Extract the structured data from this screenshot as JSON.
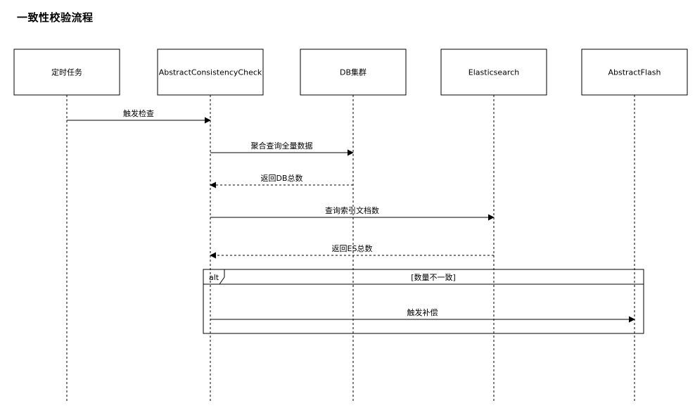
{
  "title": "一致性校验流程",
  "participants": [
    {
      "id": "scheduler",
      "label": "定时任务"
    },
    {
      "id": "checker",
      "label": "AbstractConsistencyCheck"
    },
    {
      "id": "db",
      "label": "DB集群"
    },
    {
      "id": "es",
      "label": "Elasticsearch"
    },
    {
      "id": "flash",
      "label": "AbstractFlash"
    }
  ],
  "messages": [
    {
      "from": "scheduler",
      "to": "checker",
      "label": "触发检查",
      "style": "solid"
    },
    {
      "from": "checker",
      "to": "db",
      "label": "聚合查询全量数据",
      "style": "solid"
    },
    {
      "from": "db",
      "to": "checker",
      "label": "返回DB总数",
      "style": "dashed"
    },
    {
      "from": "checker",
      "to": "es",
      "label": "查询索引文档数",
      "style": "solid"
    },
    {
      "from": "es",
      "to": "checker",
      "label": "返回ES总数",
      "style": "dashed"
    },
    {
      "from": "checker",
      "to": "flash",
      "label": "触发补偿",
      "style": "solid"
    }
  ],
  "fragment": {
    "operator": "alt",
    "guard": "[数量不一致]"
  }
}
